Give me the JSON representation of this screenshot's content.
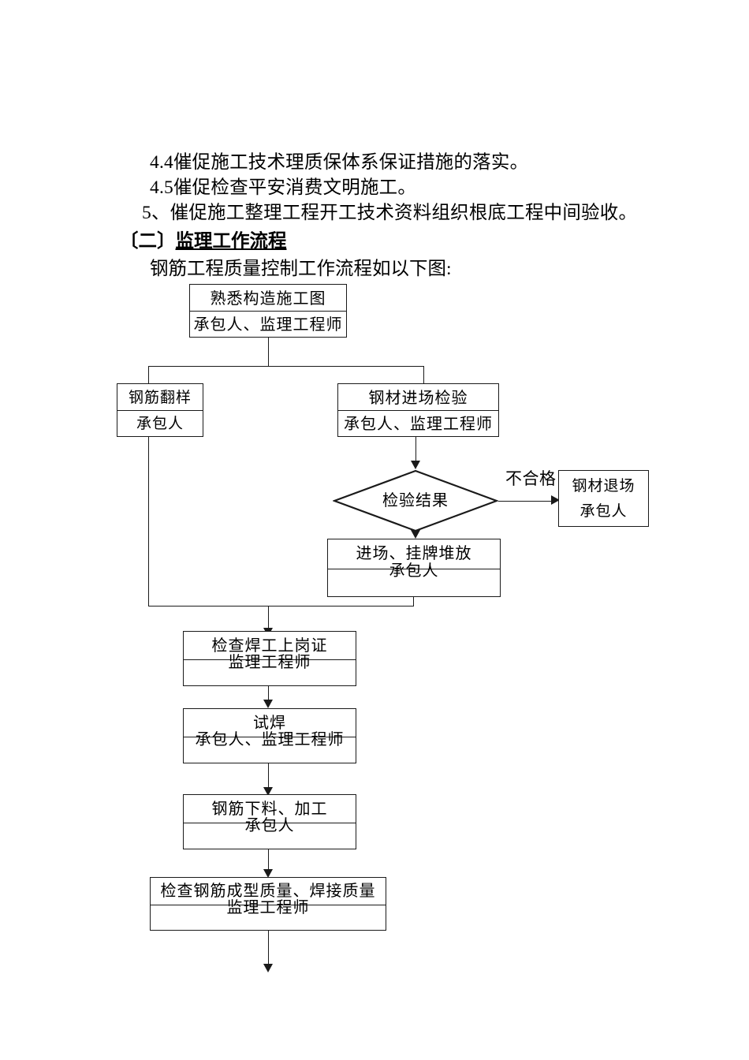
{
  "document": {
    "paragraphs": [
      {
        "id": "p44",
        "text": "4.4催促施工技术理质保体系保证措施的落实。",
        "indent": "indent-2"
      },
      {
        "id": "p45",
        "text": "4.5催促检查平安消费文明施工。",
        "indent": "indent-2"
      },
      {
        "id": "p5",
        "text": "5、催促施工整理工程开工技术资料组织根底工程中间验收。",
        "indent": "indent-1"
      }
    ],
    "heading": {
      "prefix": "〔二〕",
      "title": "监理工作流程"
    },
    "intro": "钢筋工程质量控制工作流程如以下图:"
  },
  "flowchart": {
    "nodes": {
      "familiarize": {
        "title": "熟悉构造施工图",
        "actor": "承包人、监理工程师"
      },
      "rebar_shop_drawing": {
        "title": "钢筋翻样",
        "actor": "承包人"
      },
      "steel_inspection": {
        "title": "钢材进场检验",
        "actor": "承包人、监理工程师"
      },
      "decision": {
        "label": "检验结果"
      },
      "steel_return": {
        "title": "钢材退场",
        "actor": "承包人"
      },
      "storage": {
        "title": "进场、挂牌堆放",
        "actor": "承包人"
      },
      "welder_cert": {
        "title": "检查焊工上岗证",
        "actor": "监理工程师"
      },
      "trial_weld": {
        "title": "试焊",
        "actor": "承包人、监理工程师"
      },
      "cut_process": {
        "title": "钢筋下料、加工",
        "actor": "承包人"
      },
      "check_forming": {
        "title": "检查钢筋成型质量、焊接质量",
        "actor": "监理工程师"
      }
    },
    "edges": {
      "fail_label": "不合格"
    },
    "colors": {
      "line": "#1a1a1a",
      "text": "#000000",
      "background": "#ffffff"
    }
  }
}
